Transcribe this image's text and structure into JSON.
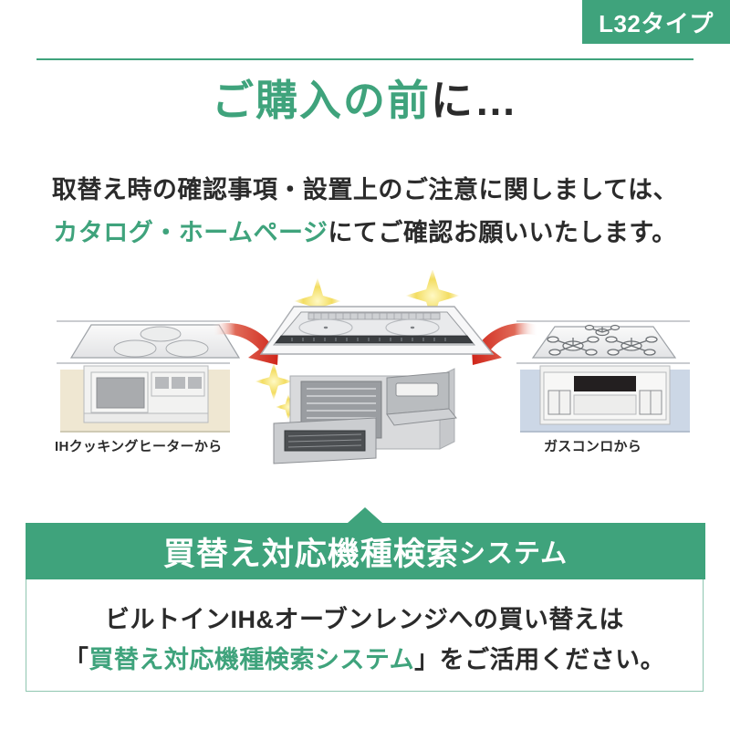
{
  "theme": {
    "green": "#3fa37c",
    "green_border": "#8fc6b0",
    "dark": "#2b2b2b",
    "red_arrow": "#d32a1e",
    "sparkle": "#f5e06a",
    "cream_cabinet": "#efe7d2",
    "blue_cabinet": "#ccd7e6",
    "metal": "#e3e4e6"
  },
  "badge": {
    "label": "L32タイプ"
  },
  "heading": {
    "green_part": "ご購入の前",
    "dark_part": "に…"
  },
  "lead": {
    "line1": "取替え時の確認事項・設置上のご注意に関しましては、",
    "line2_green": "カタログ・ホームページ",
    "line2_dark": "にてご確認お願いいたします。"
  },
  "illustration": {
    "left": {
      "caption": "IHクッキングヒーターから",
      "appliance": "ih-cooking-heater",
      "cabinet_color": "#efe7d2"
    },
    "right": {
      "caption": "ガスコンロから",
      "appliance": "gas-stove",
      "cabinet_color": "#ccd7e6"
    },
    "center": {
      "appliance": "built-in-ih-cooktop-with-oven",
      "sparkles": 5
    },
    "arrows": [
      {
        "name": "arrow-left-to-center",
        "direction": "right",
        "color": "#d32a1e"
      },
      {
        "name": "arrow-right-to-center",
        "direction": "left",
        "color": "#d32a1e"
      }
    ]
  },
  "banner": {
    "main": "買替え対応機種検索システム",
    "main_large": "買替え対応機種検索",
    "main_small": "システム"
  },
  "bottom_box": {
    "line1": "ビルトインIH&オーブンレンジへの買い替えは",
    "line2_open_bracket": "「",
    "line2_green": "買替え対応機種検索システム",
    "line2_close_bracket": "」",
    "line2_dark": "をご活用ください。"
  }
}
